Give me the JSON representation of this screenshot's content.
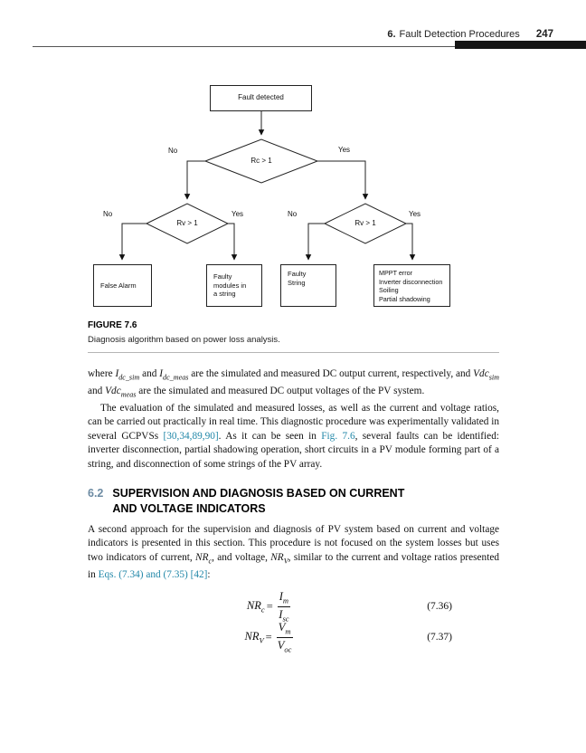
{
  "colors": {
    "link": "#2187a8",
    "section-number": "#6d8ba3",
    "tab": "#151515"
  },
  "page": {
    "header": {
      "chapter_label": "6.",
      "chapter_title": "Fault Detection Procedures",
      "page_number": "247"
    },
    "figure": {
      "flowchart": {
        "top_box": "Fault detected",
        "diamond_1": "Rc > 1",
        "diamond_2": "Rv > 1",
        "diamond_3": "Rv >  1",
        "label_no_1": "No",
        "label_yes_1": "Yes",
        "label_no_2": "No",
        "label_yes_2": "Yes",
        "label_no_3": "No",
        "label_yes_3": "Yes",
        "box_false_alarm": "False Alarm",
        "box_faulty_modules": "Faulty\nmodules in\na string",
        "box_faulty_string": "Faulty\nString",
        "box_mppt": "MPPT error\nInverter disconnection\nSoiling\nPartial shadowing"
      },
      "caption_label": "FIGURE 7.6",
      "caption_text": "Diagnosis algorithm based on power loss analysis."
    },
    "body": {
      "paragraph_1_html": "where <i>I</i><sub><i>dc_sim</i></sub> and <i>I</i><sub><i>dc_meas</i></sub> are the simulated and measured DC output current, respectively, and <i>Vdc</i><sub><i>sim</i></sub> and <i>Vdc</i><sub><i>meas</i></sub> are the simulated and measured DC output voltages of the PV system.",
      "paragraph_2_html": "The evaluation of the simulated and measured losses, as well as the current and voltage ratios, can be carried out practically in real time. This diagnostic procedure was experimentally validated in several GCPVSs <span class=\"link\" data-name=\"citation-link\" data-interactable=\"true\">[30,34,89,90]</span>. As it can be seen in <span class=\"link\" data-name=\"figure-link\" data-interactable=\"true\">Fig. 7.6</span>, several faults can be identified: inverter disconnection, partial shadowing operation, short circuits in a PV module forming part of a string, and disconnection of some strings of the PV array.",
      "section_number": "6.2",
      "section_heading": "SUPERVISION AND DIAGNOSIS BASED ON CURRENT\nAND VOLTAGE INDICATORS",
      "paragraph_3_html": "A second approach for the supervision and diagnosis of PV system based on current and voltage indicators is presented in this section. This procedure is not focused on the system losses but uses two indicators of current, <i>NR<sub>c</sub></i>, and voltage, <i>NR<sub>V</sub></i>, similar to the current and voltage ratios presented in <span class=\"link\" data-name=\"equation-link\" data-interactable=\"true\">Eqs. (7.34) and (7.35)</span> <span class=\"link\" data-name=\"citation-link\" data-interactable=\"true\">[42]</span>:",
      "equations": [
        {
          "lhs_base": "NR",
          "lhs_sub": "c",
          "rel": "=",
          "num_base": "I",
          "num_sub": "m",
          "den_base": "I",
          "den_sub": "sc",
          "number": "(7.36)"
        },
        {
          "lhs_base": "NR",
          "lhs_sub": "V",
          "rel": "=",
          "num_base": "V",
          "num_sub": "m",
          "den_base": "V",
          "den_sub": "oc",
          "number": "(7.37)"
        }
      ]
    }
  }
}
